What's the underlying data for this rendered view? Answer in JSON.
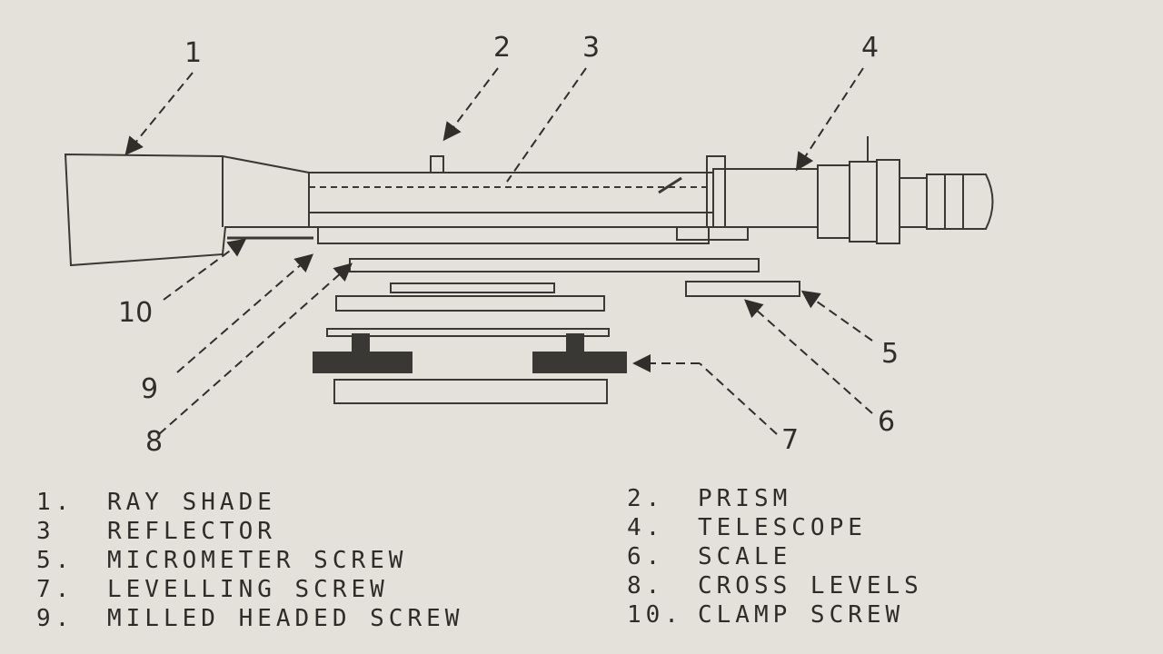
{
  "callouts": [
    "1",
    "2",
    "3",
    "4",
    "5",
    "6",
    "7",
    "8",
    "9",
    "10"
  ],
  "legend": [
    {
      "num": "1.",
      "label": "RAY SHADE"
    },
    {
      "num": "2.",
      "label": "PRISM"
    },
    {
      "num": "3",
      "label": "REFLECTOR"
    },
    {
      "num": "4.",
      "label": "TELESCOPE"
    },
    {
      "num": "5.",
      "label": "MICROMETER SCREW"
    },
    {
      "num": "6.",
      "label": "SCALE"
    },
    {
      "num": "7.",
      "label": "LEVELLING SCREW"
    },
    {
      "num": "8.",
      "label": "CROSS LEVELS"
    },
    {
      "num": "9.",
      "label": "MILLED HEADED SCREW"
    },
    {
      "num": "10.",
      "label": "CLAMP SCREW"
    }
  ]
}
